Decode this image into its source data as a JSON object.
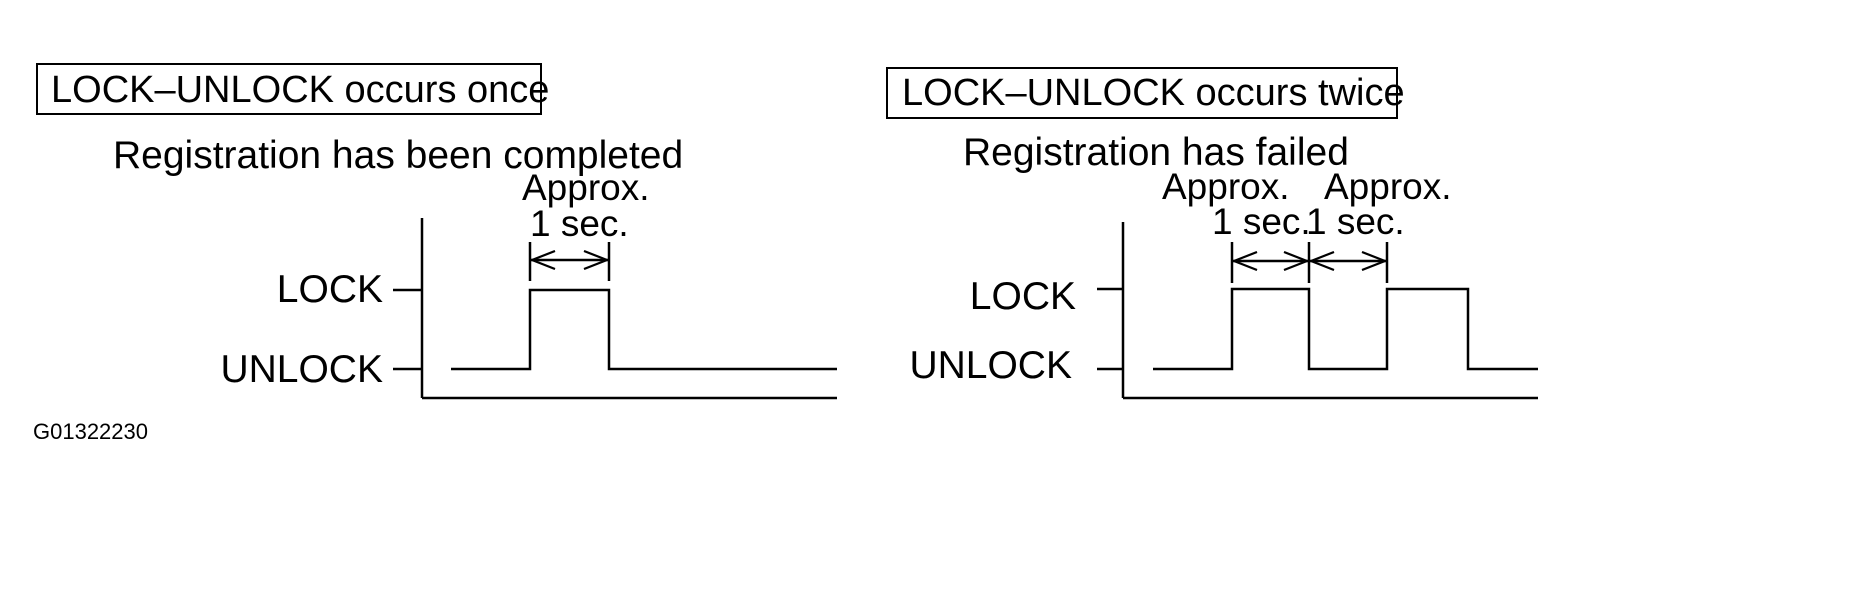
{
  "left_panel": {
    "title": "LOCK–UNLOCK occurs once",
    "subtitle": "Registration has been completed",
    "lock_label": "LOCK",
    "unlock_label": "UNLOCK",
    "pulses": [
      {
        "approx_label": "Approx.",
        "duration_label": "1 sec."
      }
    ]
  },
  "right_panel": {
    "title": "LOCK–UNLOCK occurs twice",
    "subtitle": "Registration has failed",
    "lock_label": "LOCK",
    "unlock_label": "UNLOCK",
    "pulses": [
      {
        "approx_label": "Approx.",
        "duration_label": "1 sec."
      },
      {
        "approx_label": "Approx.",
        "duration_label": "1 sec."
      }
    ]
  },
  "figure_id": "G01322230"
}
